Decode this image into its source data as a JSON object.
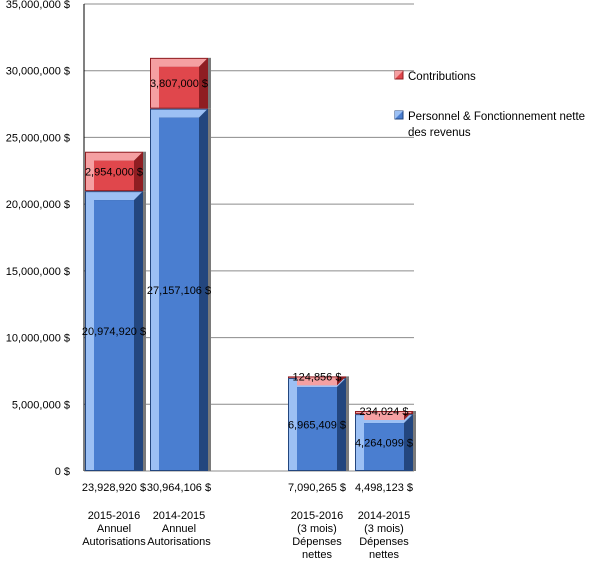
{
  "chart_data": {
    "type": "bar",
    "stacked": true,
    "three_d": true,
    "ylim": [
      0,
      35000000
    ],
    "yticks": [
      {
        "value": 0,
        "label": "0 $"
      },
      {
        "value": 5000000,
        "label": "5,000,000 $"
      },
      {
        "value": 10000000,
        "label": "10,000,000 $"
      },
      {
        "value": 15000000,
        "label": "15,000,000 $"
      },
      {
        "value": 20000000,
        "label": "20,000,000 $"
      },
      {
        "value": 25000000,
        "label": "25,000,000 $"
      },
      {
        "value": 30000000,
        "label": "30,000,000 $"
      },
      {
        "value": 35000000,
        "label": "35,000,000 $"
      }
    ],
    "grid": true,
    "legend_position": "right",
    "categories": [
      {
        "label_lines": [
          "2015-2016",
          "Annuel",
          "Autorisations"
        ],
        "total": 23928920,
        "total_label": "23,928,920 $"
      },
      {
        "label_lines": [
          "2014-2015",
          "Annuel",
          "Autorisations"
        ],
        "total": 30964106,
        "total_label": "30,964,106 $"
      },
      {
        "label_lines": [
          "2015-2016",
          "(3 mois)",
          "Dépenses",
          "nettes"
        ],
        "total": 7090265,
        "total_label": "7,090,265 $"
      },
      {
        "label_lines": [
          "2014-2015",
          "(3 mois)",
          "Dépenses",
          "nettes"
        ],
        "total": 4498123,
        "total_label": "4,498,123 $"
      }
    ],
    "series": [
      {
        "name_lines": [
          "Personnel & Fonctionnement nette",
          "des revenus"
        ],
        "color": "#4a7ed0",
        "light": "#9cc0f4",
        "dark": "#23467e",
        "values": [
          20974920,
          27157106,
          6965409,
          4264099
        ],
        "labels": [
          "20,974,920 $",
          "27,157,106 $",
          "6,965,409 $",
          "4,264,099 $"
        ]
      },
      {
        "name_lines": [
          "Contributions"
        ],
        "color": "#e0474c",
        "light": "#f5a0a2",
        "dark": "#8f1e22",
        "values": [
          2954000,
          3807000,
          124856,
          234024
        ],
        "labels": [
          "2,954,000 $",
          "3,807,000 $",
          "124,856 $",
          "234,024 $"
        ]
      }
    ]
  }
}
